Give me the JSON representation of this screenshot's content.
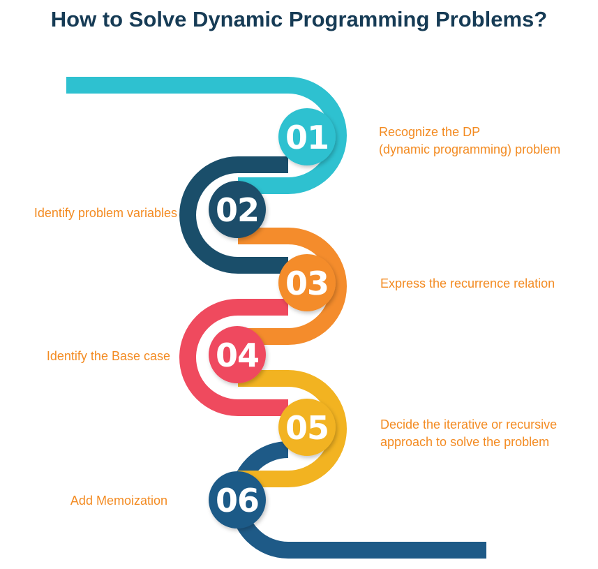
{
  "title": "How to Solve Dynamic Programming Problems?",
  "colors": {
    "title": "#163b55",
    "label": "#f38b22",
    "step1": "#2ec1d0",
    "step2": "#1a4e6a",
    "step3": "#f48c2c",
    "step4": "#ef4a5e",
    "step5": "#f2b321",
    "step6": "#1e5a87"
  },
  "steps": [
    {
      "number": "01",
      "label_lines": [
        "Recognize the DP",
        "(dynamic programming) problem"
      ]
    },
    {
      "number": "02",
      "label_lines": [
        "Identify problem variables"
      ]
    },
    {
      "number": "03",
      "label_lines": [
        "Express the recurrence relation"
      ]
    },
    {
      "number": "04",
      "label_lines": [
        "Identify the Base case"
      ]
    },
    {
      "number": "05",
      "label_lines": [
        "Decide the iterative or recursive",
        "approach to solve the problem"
      ]
    },
    {
      "number": "06",
      "label_lines": [
        "Add Memoization"
      ]
    }
  ]
}
